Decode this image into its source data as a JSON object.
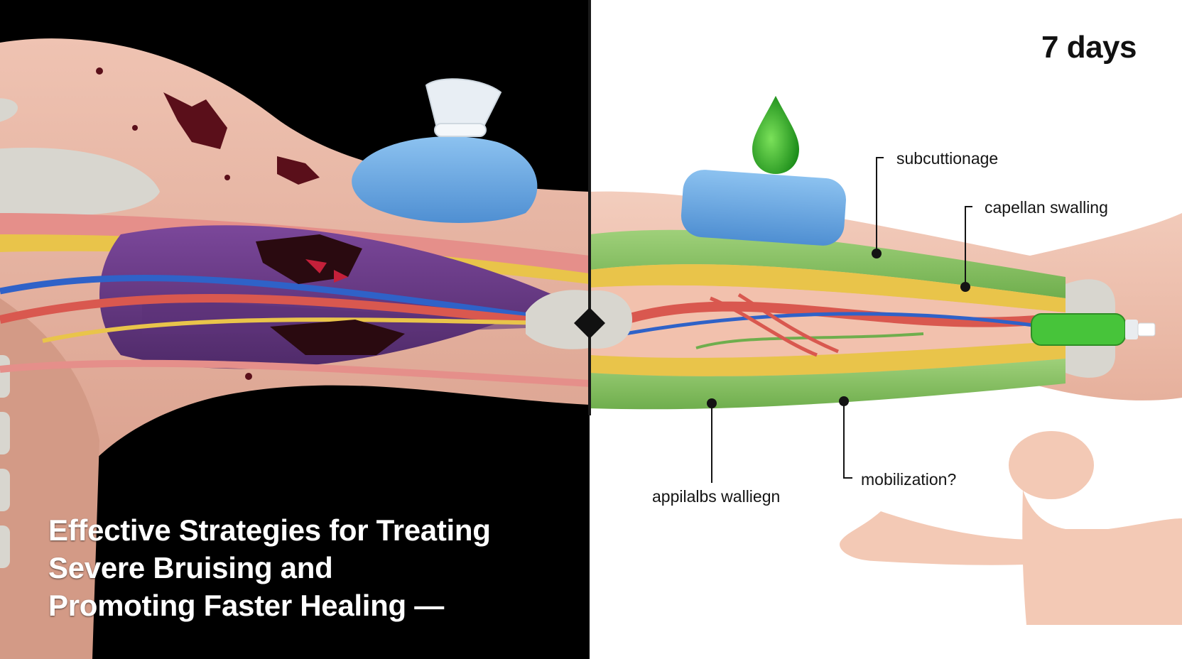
{
  "title": {
    "lines": [
      "Effective Strategies for Treating",
      "Severe Bruising and",
      "Promoting Faster Healing —"
    ]
  },
  "right_panel": {
    "duration": "7 days",
    "callouts": {
      "subcutaneous": "subcuttionage",
      "capillary": "capellan swalling",
      "mobilization": "mobilization?",
      "appendix": "appilalbs walliegn"
    }
  },
  "colors": {
    "left_background": "#000000",
    "right_background": "#ffffff",
    "skin": "#e9b7a4",
    "bruise": "#5a0f1a",
    "muscle_bruised": "#6b3a86",
    "muscle_healthy": "#8fc46d",
    "fat_layer": "#e9c44a",
    "artery": "#d9584f",
    "vein": "#2f62c8",
    "ice_pack": "#6aa7e3",
    "gel_drop": "#2fb52a"
  },
  "icons": {
    "ice_pack": "ice-pack-icon",
    "gel_drop": "green-drop-icon",
    "gel_tube": "gel-tube-icon",
    "human": "human-silhouette-icon"
  }
}
